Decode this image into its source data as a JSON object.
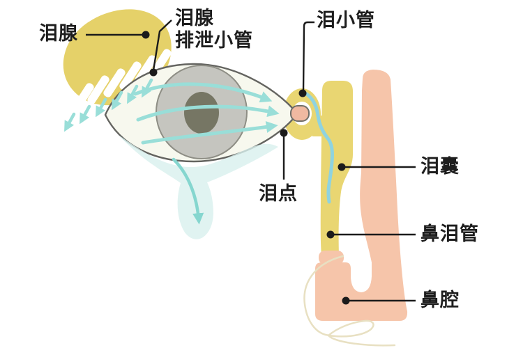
{
  "labels": {
    "lacrimal_gland": "泪腺",
    "excretory_ducts_line1": "泪腺",
    "excretory_ducts_line2": "排泄小管",
    "canaliculus": "泪小管",
    "punctum": "泪点",
    "lacrimal_sac": "泪囊",
    "nasolacrimal_duct": "鼻泪管",
    "nasal_cavity": "鼻腔"
  },
  "colors": {
    "gland_yellow": "#e5d169",
    "sac_yellow": "#e9d672",
    "flow_cyan": "#99ded8",
    "tear_fill": "#d8f0ed",
    "tear_arrow": "#85d6cf",
    "duct_blue": "#8fd3e0",
    "nose_pink": "#f6c5aa",
    "punctum_pink": "#f0b9a1",
    "iris_gray": "#c5c5bf",
    "pupil_gray": "#767664",
    "sclera": "#f7f8ee",
    "outline_gray": "#646460",
    "leader_black": "#1b1b1b",
    "sketch_cream": "#e8e0c2"
  }
}
